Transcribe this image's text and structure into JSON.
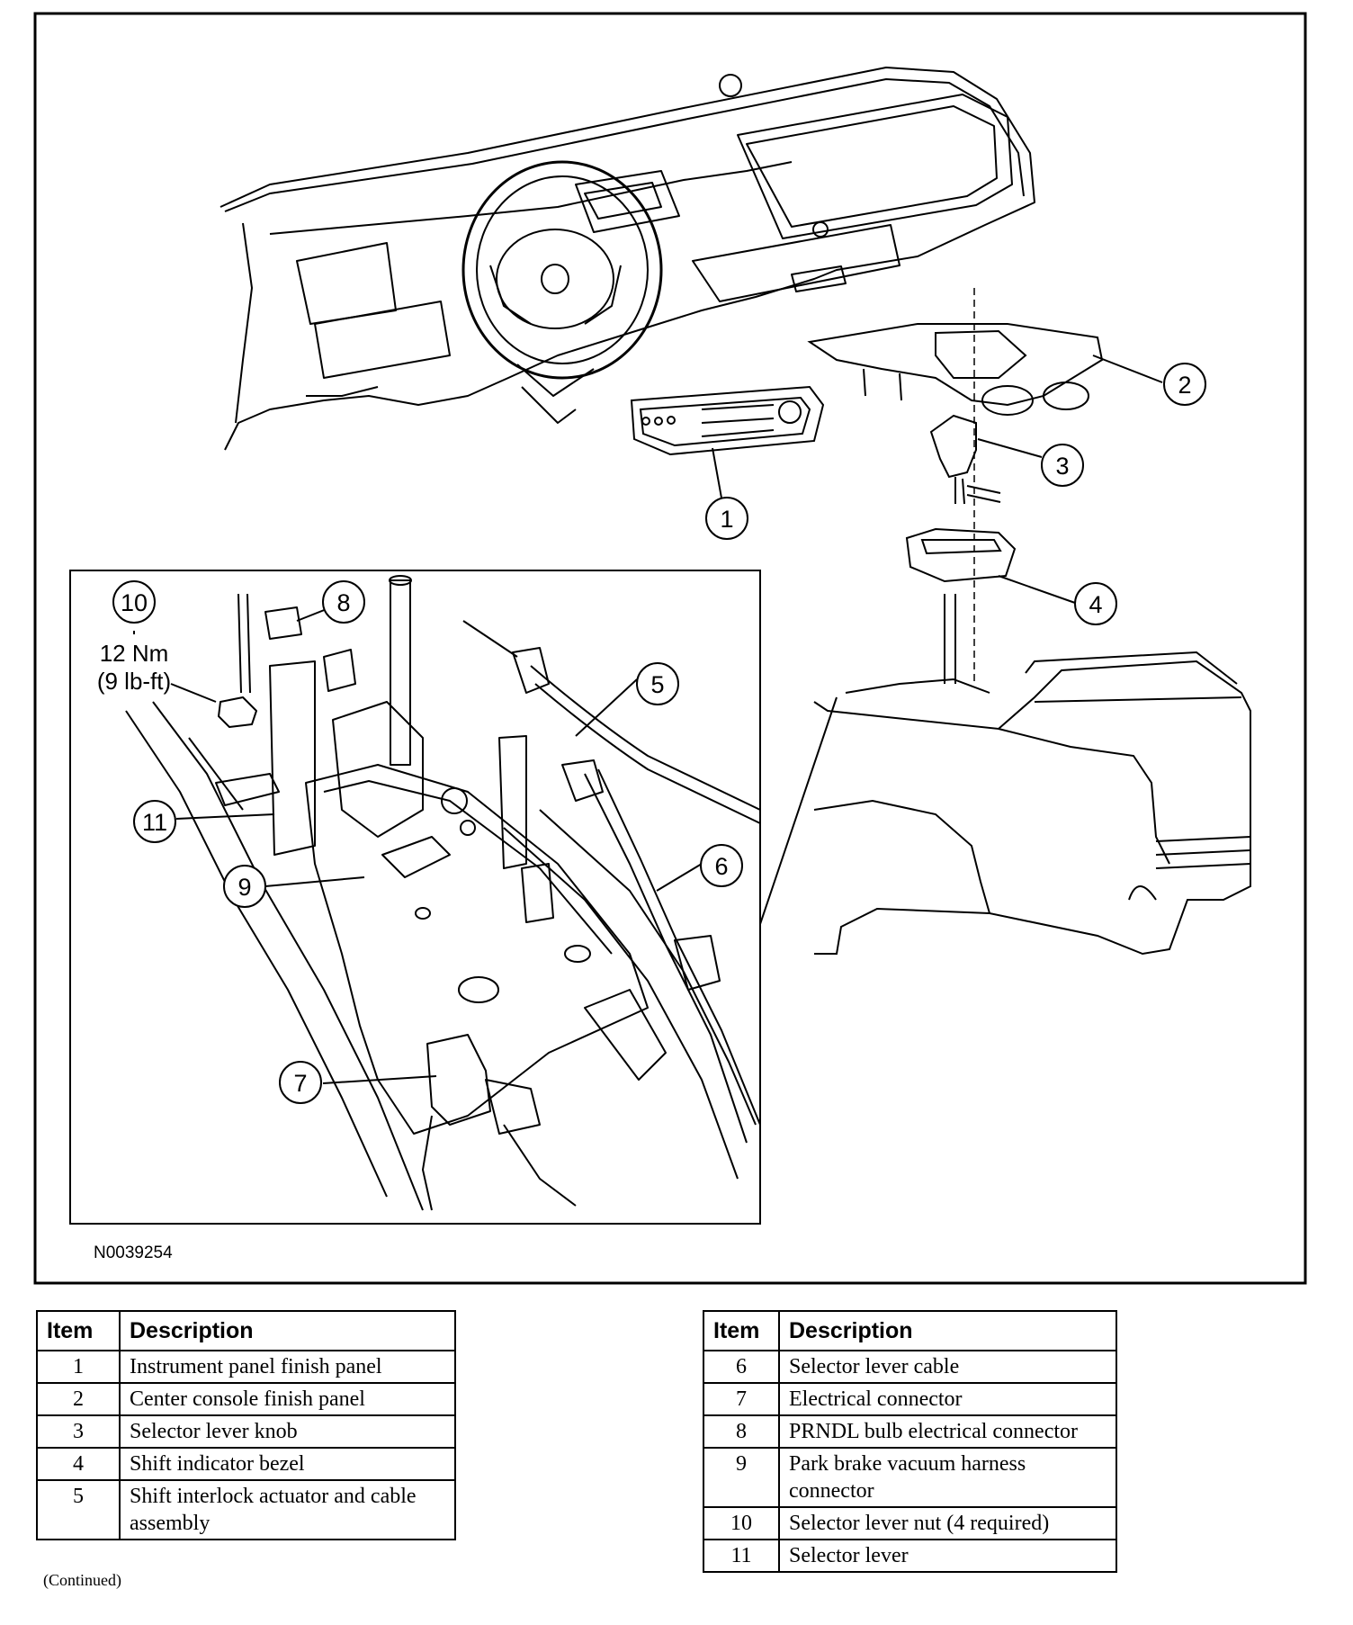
{
  "figure": {
    "id": "N0039254",
    "torque_value": "12 Nm",
    "torque_value_alt": "(9 lb-ft)",
    "callouts": [
      "1",
      "2",
      "3",
      "4",
      "5",
      "6",
      "7",
      "8",
      "9",
      "10",
      "11"
    ]
  },
  "legend_left": {
    "col_item": "Item",
    "col_desc": "Description",
    "rows": [
      {
        "item": "1",
        "desc": "Instrument panel finish panel"
      },
      {
        "item": "2",
        "desc": "Center console finish panel"
      },
      {
        "item": "3",
        "desc": "Selector lever knob"
      },
      {
        "item": "4",
        "desc": "Shift indicator bezel"
      },
      {
        "item": "5",
        "desc": "Shift interlock actuator and cable assembly"
      }
    ]
  },
  "legend_right": {
    "col_item": "Item",
    "col_desc": "Description",
    "rows": [
      {
        "item": "6",
        "desc": "Selector lever cable"
      },
      {
        "item": "7",
        "desc": "Electrical connector"
      },
      {
        "item": "8",
        "desc": "PRNDL bulb electrical connector"
      },
      {
        "item": "9",
        "desc": "Park brake vacuum harness connector"
      },
      {
        "item": "10",
        "desc": "Selector lever nut (4 required)"
      },
      {
        "item": "11",
        "desc": "Selector lever"
      }
    ]
  },
  "continued_note": "(Continued)"
}
